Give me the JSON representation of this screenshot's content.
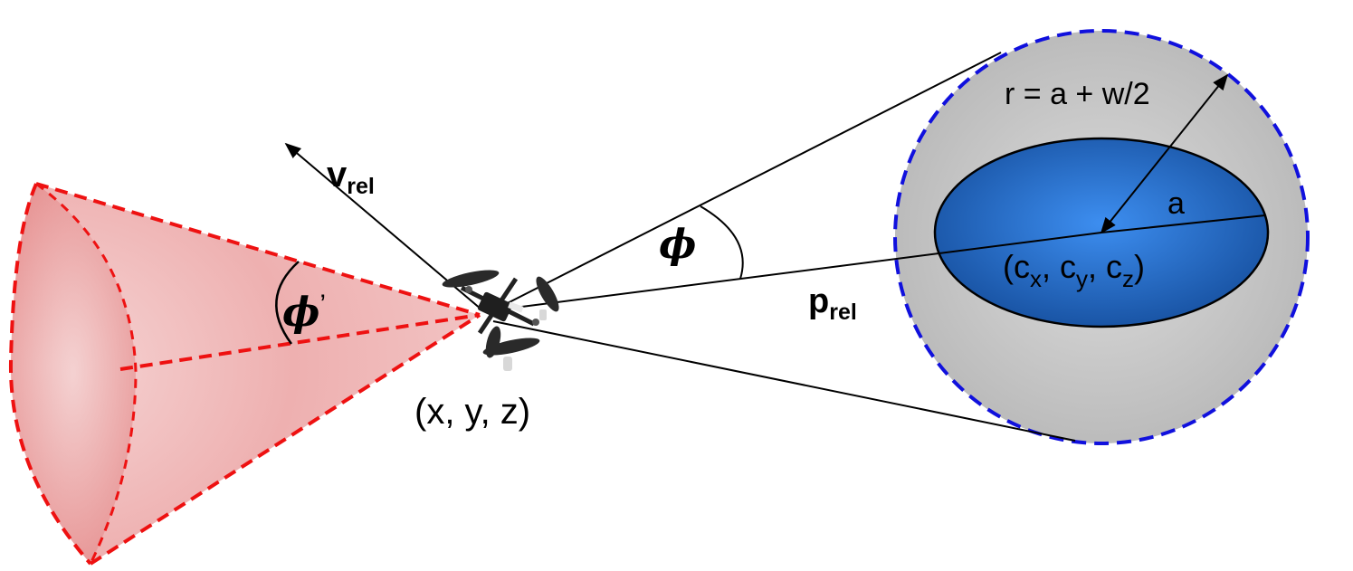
{
  "labels": {
    "radius_eq": "r = a + w/2",
    "a_label": "a",
    "center_open": "(c",
    "sub_x": "x",
    "sep1": ", c",
    "sub_y": "y",
    "sep2": ", c",
    "sub_z": "z",
    "center_close": ")",
    "p_main": "p",
    "p_sub": "rel",
    "v_main": "v",
    "v_sub": "rel",
    "phi": "ϕ",
    "phi_prime": "ϕ",
    "prime_mark": "’",
    "position": "(x, y, z)"
  },
  "colors": {
    "cone_fill": "#e27a7a",
    "cone_dash": "#ee1111",
    "outer_sphere": "#c2c2c2",
    "outer_dash": "#1010dd",
    "ellipsoid_inner": "#3a86e2",
    "ellipsoid_outer": "#1450a0"
  },
  "icons": {
    "drone": "quadrotor-drone-icon"
  }
}
